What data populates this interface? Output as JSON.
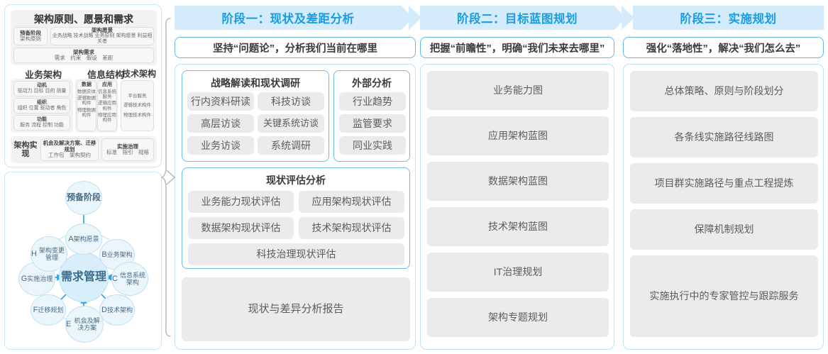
{
  "left_panel": {
    "architecture_framework": {
      "title": "架构原则、愿景和需求",
      "prep_stage": {
        "title": "预备阶段",
        "sub": "架构原则"
      },
      "vision": {
        "title": "架构愿景",
        "sub": "业务战略 技术战略 业务原则 架构愿景 利益相关者"
      },
      "requirements": {
        "title": "架构需求",
        "sub": "需求　约束　假设　差距"
      },
      "columns": [
        {
          "heading": "业务架构",
          "groups": [
            {
              "title": "动机",
              "sub": "驱动力 目标 目的 测量"
            },
            {
              "title": "组织",
              "sub": "组织 位置 驱动者 角色"
            },
            {
              "title": "功能",
              "sub": "服务 流程 控制 功能"
            }
          ]
        },
        {
          "heading": "信息结构",
          "sub_columns": [
            {
              "title": "数据",
              "items": [
                "数据实体",
                "逻辑数据构件",
                "物理数据构件"
              ]
            },
            {
              "title": "应用",
              "items": [
                "信息系统服务",
                "逻辑应用构件",
                "物理应用构件"
              ]
            }
          ]
        },
        {
          "heading": "技术架构",
          "items": [
            "平台服务",
            "逻辑技术构件",
            "物理技术构件"
          ]
        }
      ],
      "realization": {
        "label": "架构实现",
        "blocks": [
          {
            "title": "机会及解决方案、迁移规划",
            "sub": "工作包　架构契约"
          },
          {
            "title": "实施治理",
            "sub": "标准　指引　规格"
          }
        ]
      }
    },
    "adm_cycle": {
      "preliminary": "预备阶段",
      "center": "需求管理",
      "nodes": [
        {
          "id": "A",
          "label": "架构愿景"
        },
        {
          "id": "B",
          "label": "业务架构"
        },
        {
          "id": "C",
          "label": "信息系统架构"
        },
        {
          "id": "D",
          "label": "技术架构"
        },
        {
          "id": "E",
          "label": "机会及解决方案"
        },
        {
          "id": "F",
          "label": "迁移规划"
        },
        {
          "id": "G",
          "label": "实施治理"
        },
        {
          "id": "H",
          "label": "架构变更管理"
        }
      ]
    }
  },
  "phases": [
    {
      "header": "阶段一：现状及差距分析",
      "subtitle": "坚持“问题论”，分析我们当前在哪里",
      "cards": [
        {
          "title": "战略解读和现状调研",
          "chips": [
            "行内资料研读",
            "科技访谈",
            "高层访谈",
            "关键系统访谈",
            "业务访谈",
            "系统调研"
          ]
        },
        {
          "title": "外部分析",
          "chips": [
            "行业趋势",
            "监管要求",
            "同业实践"
          ]
        },
        {
          "title": "现状评估分析",
          "chips": [
            "业务能力现状评估",
            "应用架构现状评估",
            "数据架构现状评估",
            "技术架构现状评估",
            "科技治理现状评估"
          ]
        }
      ],
      "report": "现状与差异分析报告"
    },
    {
      "header": "阶段二：目标蓝图规划",
      "subtitle": "把握“前瞻性”，明确“我们未来去哪里”",
      "items": [
        "业务能力图",
        "应用架构蓝图",
        "数据架构蓝图",
        "技术架构蓝图",
        "IT治理规划",
        "架构专题规划"
      ]
    },
    {
      "header": "阶段三：实施规划",
      "subtitle": "强化“落地性”，解决“我们怎么去”",
      "items": [
        "总体策略、原则与阶段划分",
        "各条线实施路径线路图",
        "项目群实施路径与重点工程提炼",
        "保障机制规划",
        "实施执行中的专家管控与跟踪服务"
      ]
    }
  ],
  "colors": {
    "phase_bar_bg": "#d3ebfa",
    "phase_bar_text": "#1a9de0",
    "card_border": "#6cbbe8",
    "panel_border": "#bfe2f6",
    "chip_bg": "#ebebeb",
    "chip_text": "#5c5c5c",
    "node_fill": "#eaf6fc",
    "node_center_fill": "#d8eefa",
    "brace_color": "#bdbdbd"
  }
}
